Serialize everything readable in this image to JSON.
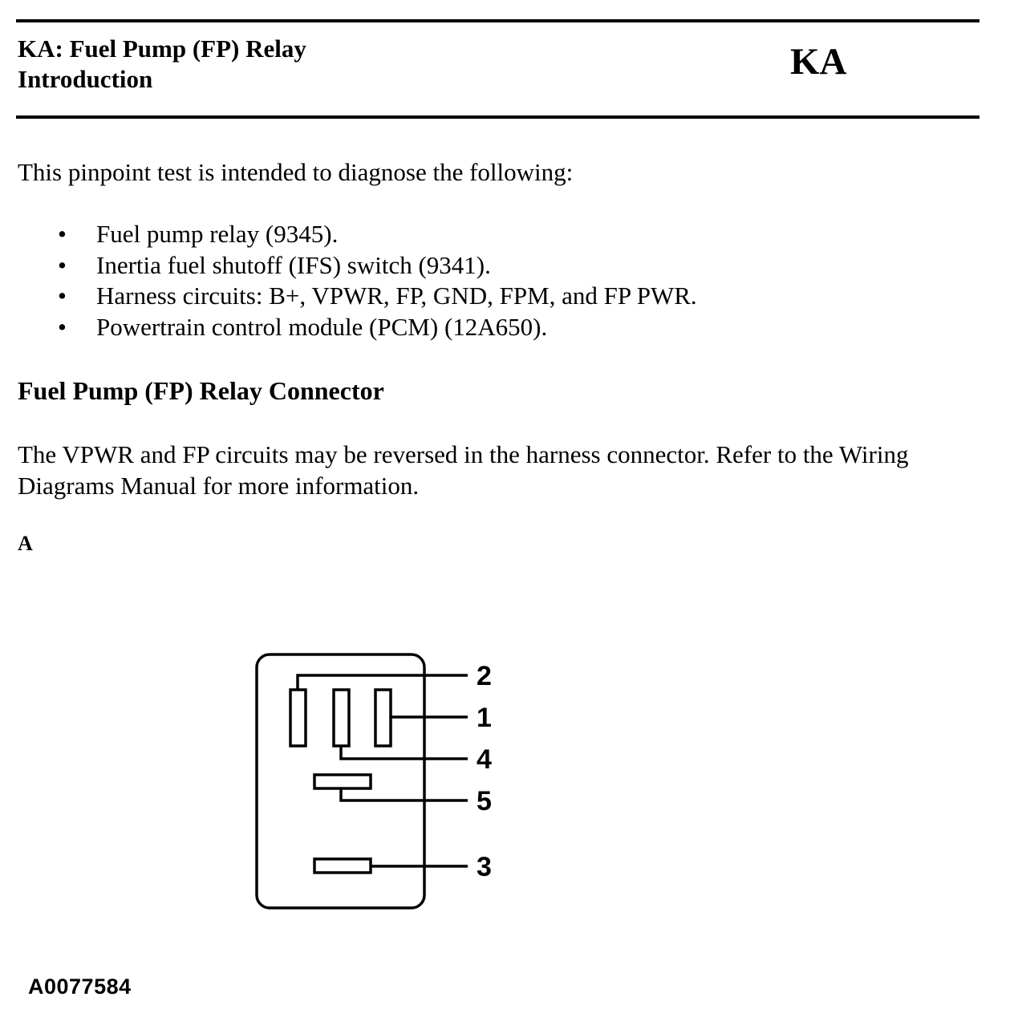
{
  "header": {
    "title_line1": "KA: Fuel Pump (FP) Relay",
    "title_line2": "Introduction",
    "code": "KA"
  },
  "intro": "This pinpoint test is intended to diagnose the following:",
  "items": [
    {
      "bullet": "•",
      "text": "Fuel pump relay (9345)."
    },
    {
      "bullet": "•",
      "text": "Inertia fuel shutoff (IFS) switch (9341)."
    },
    {
      "bullet": "•",
      "text": "Harness circuits: B+, VPWR, FP, GND, FPM, and FP PWR."
    },
    {
      "bullet": "•",
      "text": "Powertrain control module (PCM) (12A650)."
    }
  ],
  "section_heading": "Fuel Pump (FP) Relay Connector",
  "note": "The VPWR and FP circuits may be reversed in the harness connector. Refer to the Wiring Diagrams Manual for more information.",
  "figure": {
    "letter": "A",
    "pin_labels": [
      "2",
      "1",
      "4",
      "5",
      "3"
    ],
    "id": "A0077584"
  }
}
